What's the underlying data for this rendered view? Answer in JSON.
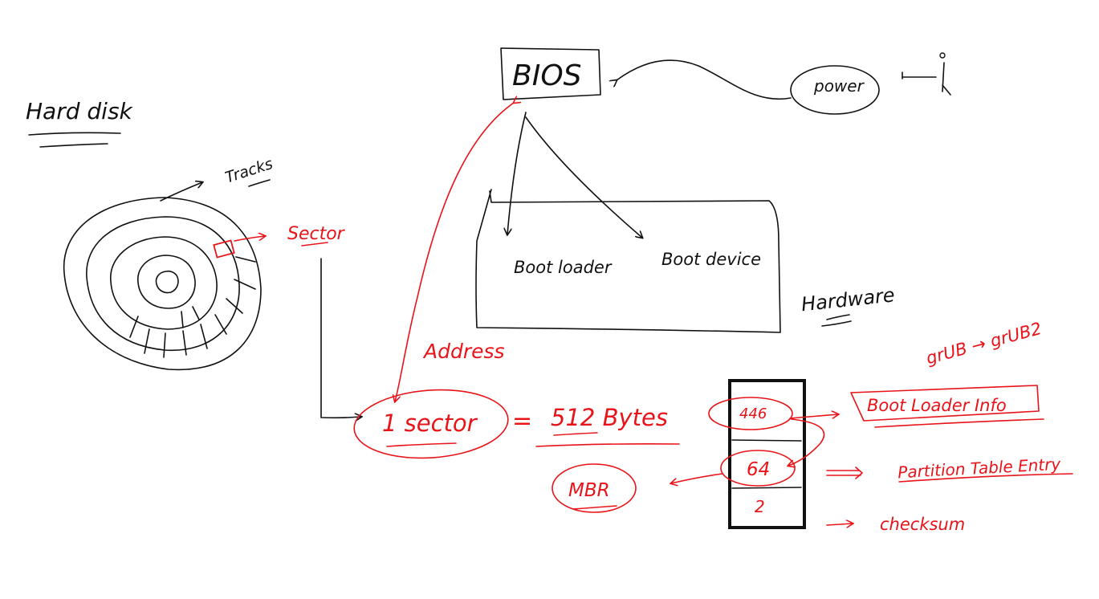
{
  "colors": {
    "ink": "#111111",
    "accent": "#e8141a",
    "background": "#ffffff"
  },
  "labels": {
    "hard_disk": "Hard disk",
    "tracks": "Tracks",
    "sector": "Sector",
    "bios": "BIOS",
    "power": "power",
    "boot_loader": "Boot loader",
    "boot_device": "Boot device",
    "hardware": "Hardware",
    "grub": "grUB → grUB2",
    "address": "Address",
    "one_sector": "1 sector",
    "equals": "=",
    "bytes_512": "512 Bytes",
    "mbr": "MBR",
    "size_446": "446",
    "size_64": "64",
    "size_2": "2",
    "boot_loader_info": "Boot Loader Info",
    "partition_table_entry": "Partition Table Entry",
    "checksum": "checksum"
  },
  "icons": {
    "power_switch": "power-switch-icon",
    "disk_platter": "hard-disk-icon"
  }
}
